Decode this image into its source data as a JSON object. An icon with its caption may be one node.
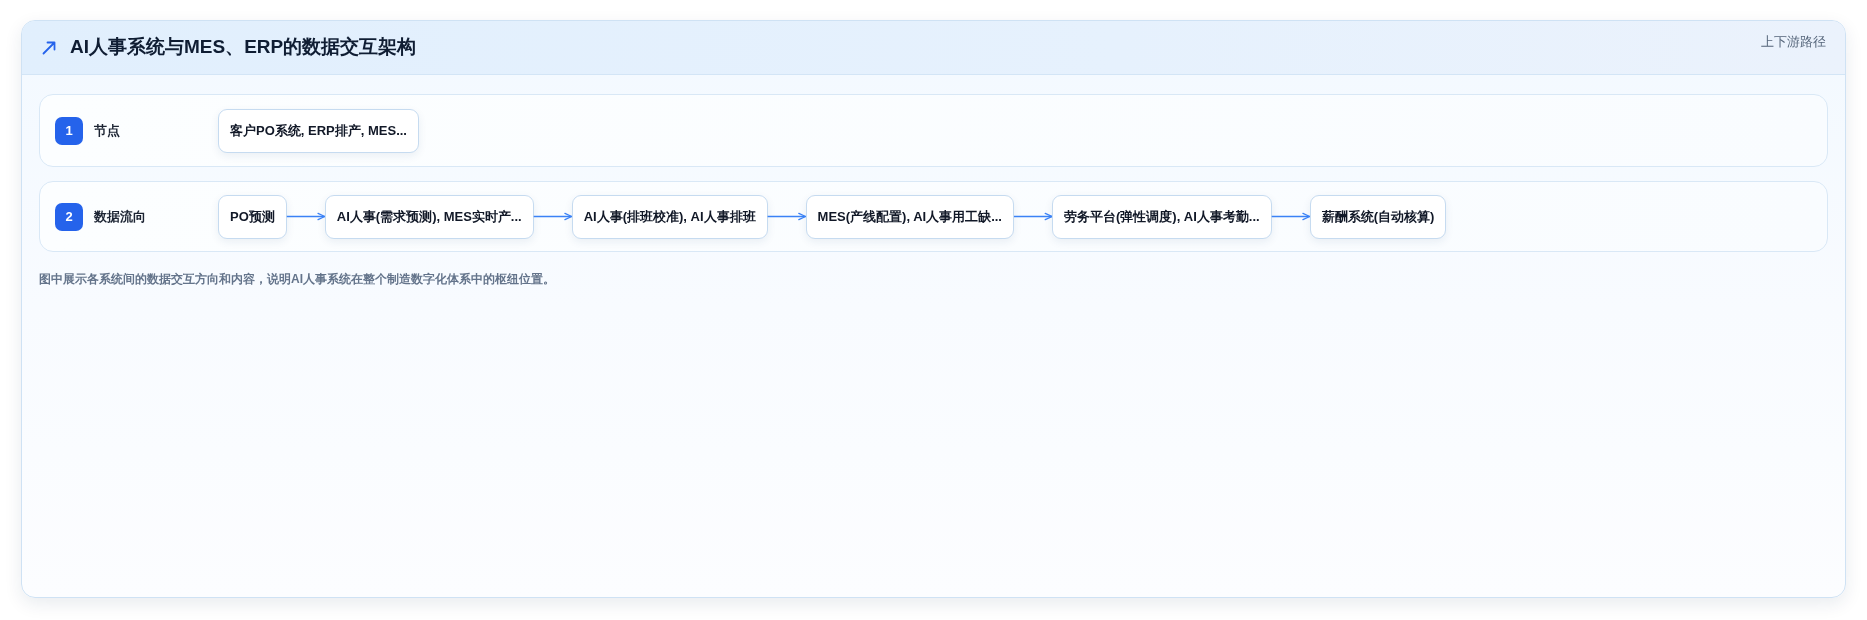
{
  "diagram": {
    "title": "AI人事系统与MES、ERP的数据交互架构",
    "nodes": [
      {
        "text": [
          "节点"
        ]
      },
      {
        "text": [
          "1"
        ],
        "in": 0
      },
      {
        "text": [
          "客户PO系统, ERP排产, MES..."
        ],
        "in": 0
      },
      {
        "text": [
          "数据流向"
        ]
      },
      {
        "text": [
          "2"
        ],
        "in": 3
      },
      {
        "text": [
          "PO预测"
        ],
        "in": 3
      },
      {
        "text": [
          "AI人事(需求预测), MES实时产..."
        ],
        "in": 3
      },
      {
        "text": [
          "AI人事(排班校准), AI人事排班"
        ],
        "in": 3
      },
      {
        "text": [
          "MES(产线配置), AI人事用工缺..."
        ],
        "in": 3
      },
      {
        "text": [
          "劳务平台(弹性调度), AI人事考勤..."
        ],
        "in": 3
      },
      {
        "text": [
          "薪酬系统(自动核算)"
        ],
        "in": 3
      }
    ],
    "edges": [
      {
        "from": 5,
        "to": 6,
        "arrow": "to"
      },
      {
        "from": 6,
        "to": 7,
        "arrow": "to"
      },
      {
        "from": 7,
        "to": 8,
        "arrow": "to"
      },
      {
        "from": 8,
        "to": 9,
        "arrow": "to"
      },
      {
        "from": 9,
        "to": 10,
        "arrow": "to"
      }
    ],
    "labels": [
      "上下游路径"
    ],
    "caption": "图中展示各系统间的数据交互方向和内容，说明AI人事系统在整个制造数字化体系中的枢纽位置。"
  }
}
